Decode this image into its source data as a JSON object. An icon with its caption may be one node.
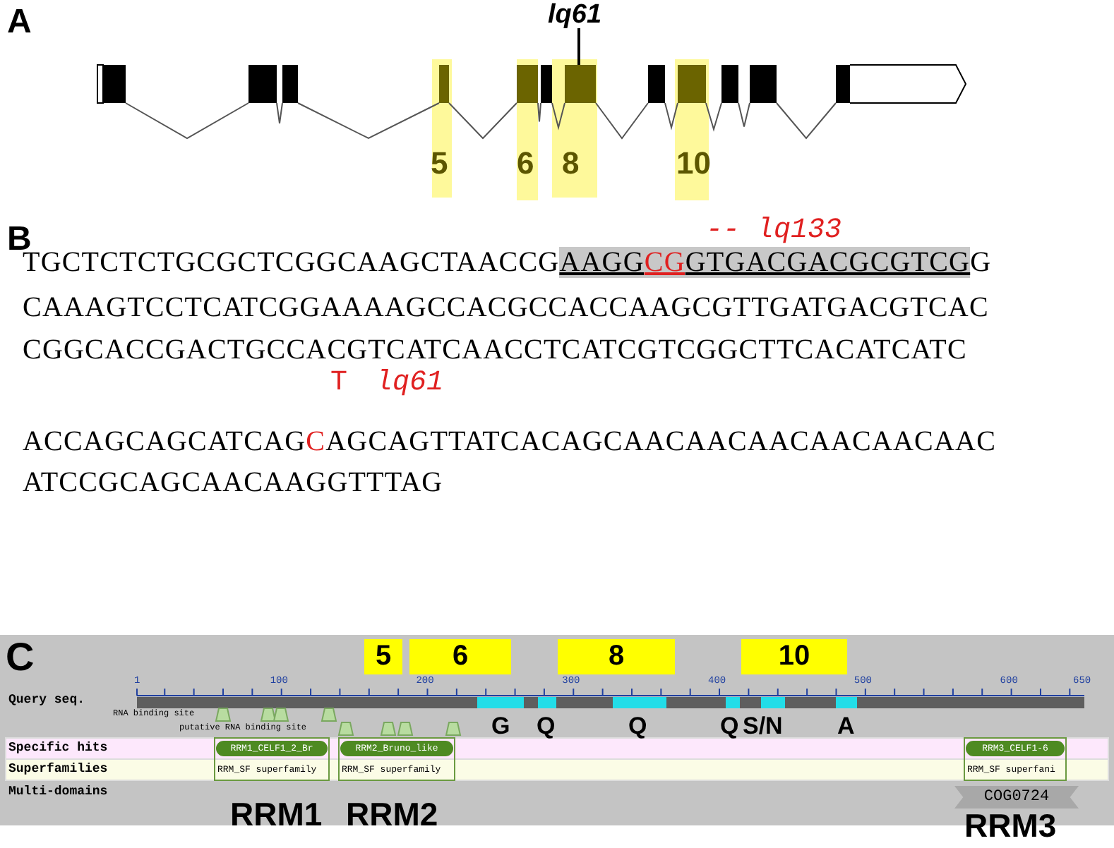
{
  "diagram": {
    "labels": [
      "A",
      "lq61",
      "5",
      "6",
      "8",
      "10",
      "B",
      "-- lq133",
      "TGCTCTCTGCGCTCGGCAAGCTAACCG",
      "AAGG",
      "CG",
      "GTGACGACGCGTCG",
      "G",
      "CAAAGTCCTCATCGGAAAAGCCACGCCACCAAGCGTTGATGACGTCAC",
      "CGGCACCGACTGCCACGTCATCAACCTCATCGTCGGCTTCACATCATC",
      "T",
      "lq61",
      "ACCAGCAGCATCAG",
      "C",
      "AGCAGTTATCACAGCAACAACAACAACAACAAC",
      "ATCCGCAGCAACAAGGTTTAG",
      "C",
      "5",
      "6",
      "8",
      "10",
      "1",
      "100",
      "200",
      "300",
      "400",
      "500",
      "600",
      "650",
      "Query seq.",
      "RNA binding site",
      "putative RNA binding site",
      "G",
      "Q",
      "Q",
      "Q",
      "S/N",
      "A",
      "Specific hits",
      "RRM1_CELF1_2_Br",
      "RRM2_Bruno_like",
      "RRM3_CELF1-6",
      "Superfamilies",
      "RRM_SF superfamily",
      "RRM_SF superfamily",
      "RRM_SF superfani",
      "Multi-domains",
      "COG0724",
      "RRM1",
      "RRM2",
      "RRM3"
    ]
  }
}
